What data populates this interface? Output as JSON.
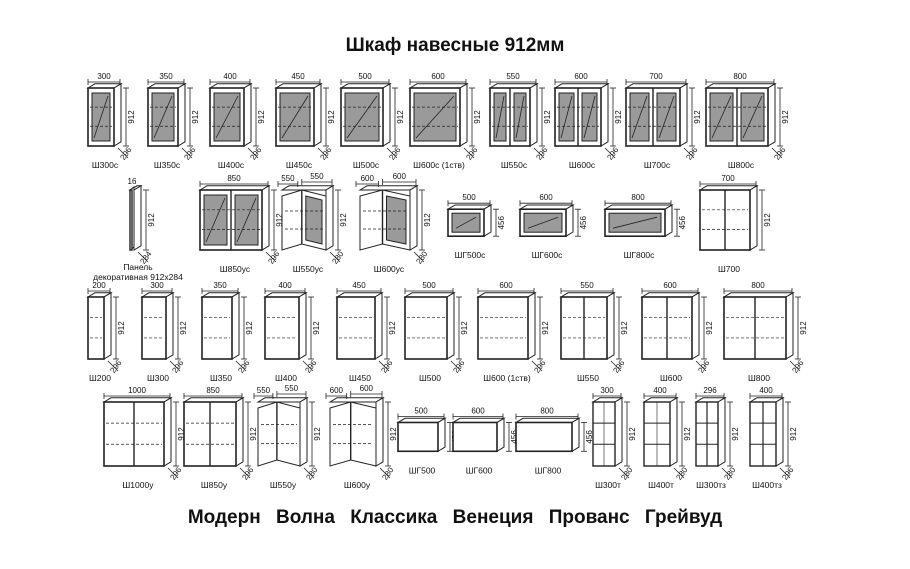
{
  "page": {
    "title": "Шкаф навесные 912мм",
    "collections": [
      "Модерн",
      "Волна",
      "Классика",
      "Венеция",
      "Прованс",
      "Грейвуд"
    ],
    "panel_caption_line1": "Панель",
    "panel_caption_line2": "декоративная 912х284"
  },
  "rows": [
    {
      "items": [
        {
          "label": "Ш300с",
          "kind": "glass",
          "width": "300",
          "height": "912",
          "depth": "296"
        },
        {
          "label": "Ш350с",
          "kind": "glass",
          "width": "350",
          "height": "912",
          "depth": "296"
        },
        {
          "label": "Ш400с",
          "kind": "glass",
          "width": "400",
          "height": "912",
          "depth": "296"
        },
        {
          "label": "Ш450с",
          "kind": "glass",
          "width": "450",
          "height": "912",
          "depth": "296"
        },
        {
          "label": "Ш500с",
          "kind": "glass",
          "width": "500",
          "height": "912",
          "depth": "296"
        },
        {
          "label": "Ш600с (1ств)",
          "kind": "glass",
          "width": "600",
          "height": "912",
          "depth": "296"
        },
        {
          "label": "Ш550с",
          "kind": "glass2",
          "width": "550",
          "height": "912",
          "depth": "296"
        },
        {
          "label": "Ш600с",
          "kind": "glass2",
          "width": "600",
          "height": "912",
          "depth": "296"
        },
        {
          "label": "Ш700с",
          "kind": "glass2",
          "width": "700",
          "height": "912",
          "depth": "296"
        },
        {
          "label": "Ш800с",
          "kind": "glass2",
          "width": "800",
          "height": "912",
          "depth": "296"
        }
      ]
    },
    {
      "items": [
        {
          "label": "",
          "kind": "panel",
          "width": "16",
          "height": "912",
          "depth": "284"
        },
        {
          "label": "Ш850ус",
          "kind": "corner_glass",
          "width": "850",
          "height": "912",
          "depth": "296"
        },
        {
          "label": "Ш550ус",
          "kind": "corner_diag_glass",
          "width": "550",
          "width2": "550",
          "height": "912",
          "depth": "280"
        },
        {
          "label": "Ш600ус",
          "kind": "corner_diag_glass",
          "width": "600",
          "width2": "600",
          "height": "912",
          "depth": "280"
        },
        {
          "label": "ШГ500с",
          "kind": "horiz_glass",
          "width": "500",
          "height": "456",
          "depth": ""
        },
        {
          "label": "ШГ600с",
          "kind": "horiz_glass",
          "width": "600",
          "height": "456",
          "depth": ""
        },
        {
          "label": "ШГ800с",
          "kind": "horiz_glass",
          "width": "800",
          "height": "456",
          "depth": ""
        },
        {
          "label": "Ш700",
          "kind": "double",
          "width": "700",
          "height": "912",
          "depth": ""
        }
      ]
    },
    {
      "items": [
        {
          "label": "Ш200",
          "kind": "single",
          "width": "200",
          "height": "912",
          "depth": "296"
        },
        {
          "label": "Ш300",
          "kind": "single",
          "width": "300",
          "height": "912",
          "depth": "296"
        },
        {
          "label": "Ш350",
          "kind": "single",
          "width": "350",
          "height": "912",
          "depth": "296"
        },
        {
          "label": "Ш400",
          "kind": "single",
          "width": "400",
          "height": "912",
          "depth": "296"
        },
        {
          "label": "Ш450",
          "kind": "single",
          "width": "450",
          "height": "912",
          "depth": "296"
        },
        {
          "label": "Ш500",
          "kind": "single",
          "width": "500",
          "height": "912",
          "depth": "296"
        },
        {
          "label": "Ш600 (1ств)",
          "kind": "single",
          "width": "600",
          "height": "912",
          "depth": "296"
        },
        {
          "label": "Ш550",
          "kind": "double",
          "width": "550",
          "height": "912",
          "depth": "296"
        },
        {
          "label": "Ш600",
          "kind": "double",
          "width": "600",
          "height": "912",
          "depth": "296"
        },
        {
          "label": "Ш800",
          "kind": "double",
          "width": "800",
          "height": "912",
          "depth": "296"
        }
      ]
    },
    {
      "items": [
        {
          "label": "Ш1000у",
          "kind": "corner",
          "width": "1000",
          "height": "912",
          "depth": "296"
        },
        {
          "label": "Ш850у",
          "kind": "corner",
          "width": "850",
          "height": "912",
          "depth": "296"
        },
        {
          "label": "Ш550у",
          "kind": "corner_diag",
          "width": "550",
          "width2": "550",
          "height": "912",
          "depth": "280"
        },
        {
          "label": "Ш600у",
          "kind": "corner_diag",
          "width": "600",
          "width2": "600",
          "height": "912",
          "depth": "280"
        },
        {
          "label": "ШГ500",
          "kind": "horiz",
          "width": "500",
          "height": "456",
          "depth": ""
        },
        {
          "label": "ШГ600",
          "kind": "horiz",
          "width": "600",
          "height": "456",
          "depth": ""
        },
        {
          "label": "ШГ800",
          "kind": "horiz",
          "width": "800",
          "height": "456",
          "depth": ""
        },
        {
          "label": "Ш300т",
          "kind": "end_open",
          "width": "300",
          "height": "912",
          "depth": "280"
        },
        {
          "label": "Ш400т",
          "kind": "end_open",
          "width": "400",
          "height": "912",
          "depth": "280"
        },
        {
          "label": "Ш300тз",
          "kind": "end_closed",
          "width": "296",
          "height": "912",
          "depth": "280"
        },
        {
          "label": "Ш400тз",
          "kind": "end_closed",
          "width": "400",
          "height": "912",
          "depth": "296"
        }
      ]
    }
  ]
}
